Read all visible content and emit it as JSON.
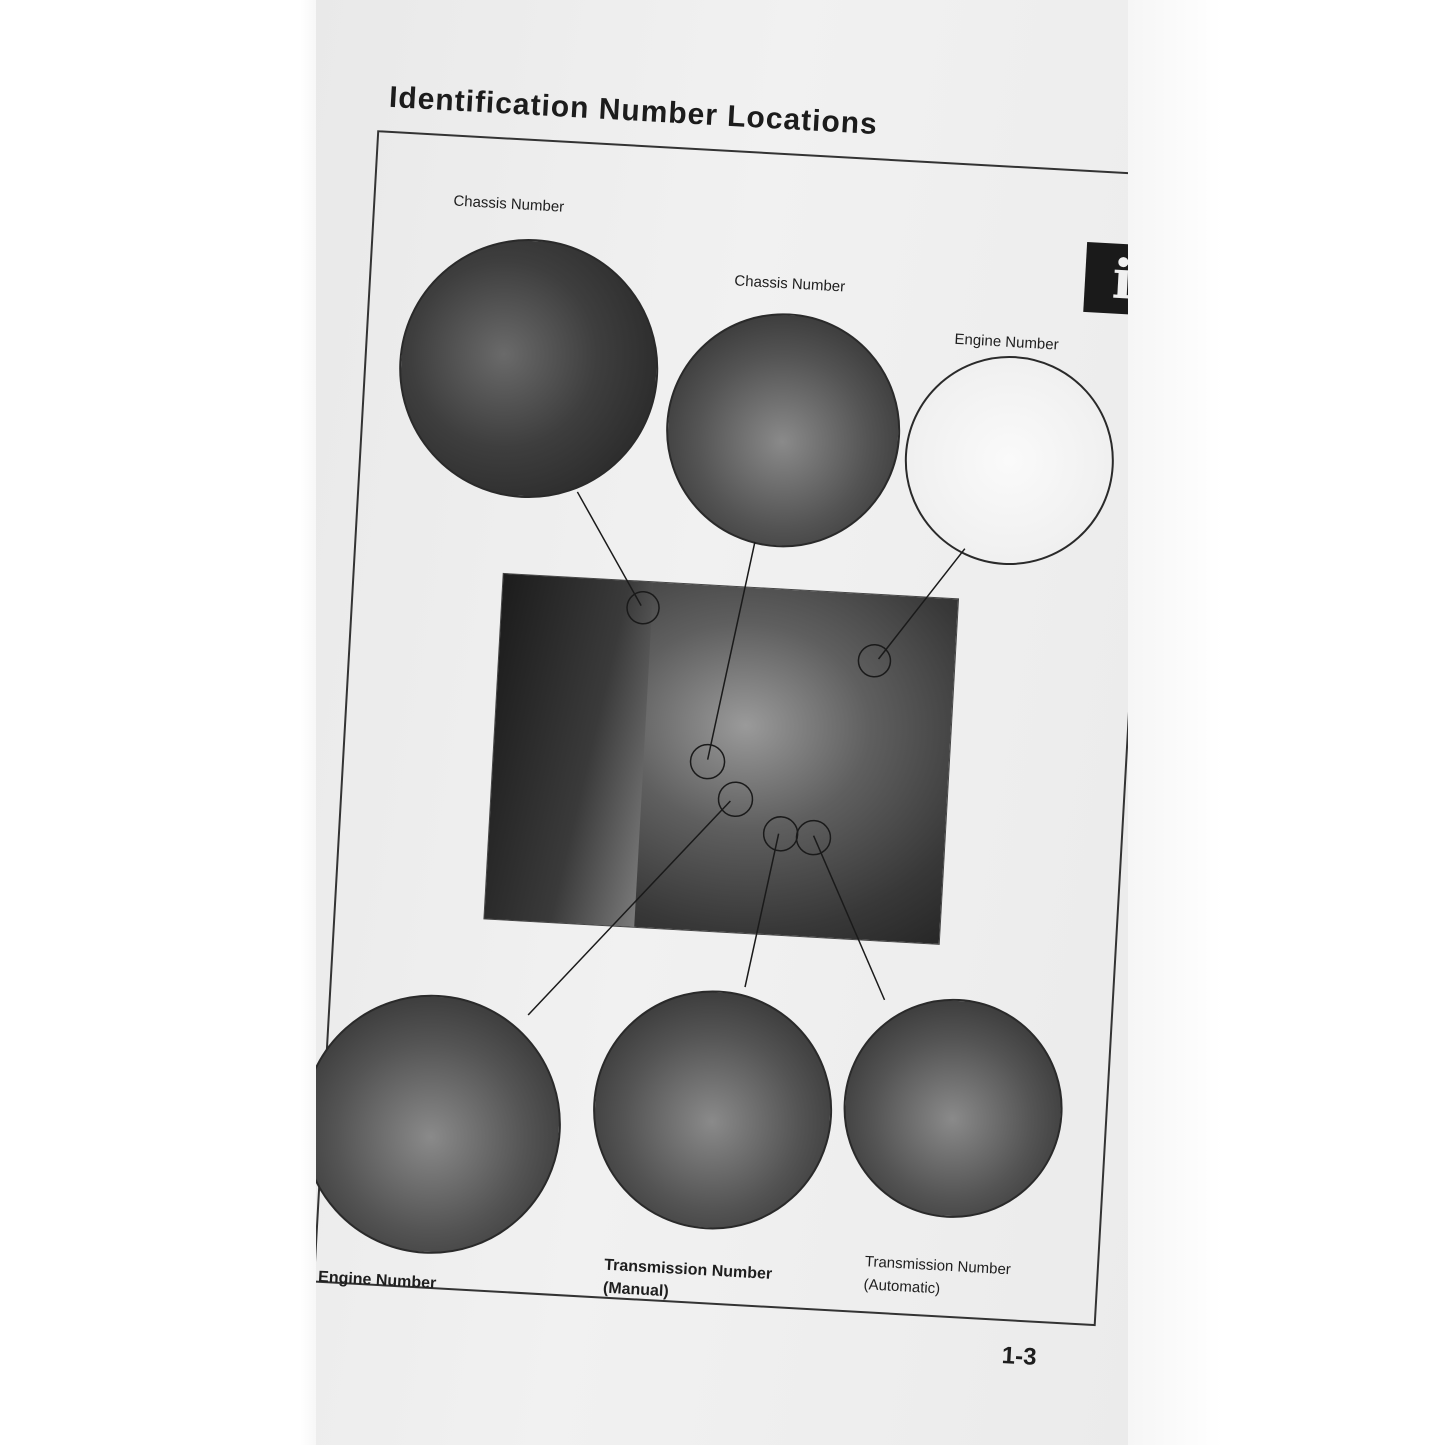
{
  "page": {
    "title": "Identification Number Locations",
    "tab_icon": "i",
    "page_number": "1-3"
  },
  "labels": {
    "chassis_number_1": "Chassis Number",
    "chassis_number_2": "Chassis Number",
    "engine_number_top": "Engine Number",
    "engine_number_bottom": "Engine Number",
    "transmission_manual_line1": "Transmission Number",
    "transmission_manual_line2": "(Manual)",
    "transmission_auto_line1": "Transmission Number",
    "transmission_auto_line2": "(Automatic)"
  },
  "colors": {
    "page": "#eeeeee",
    "ink": "#1c1c1c",
    "tab": "#1a1a1a"
  }
}
